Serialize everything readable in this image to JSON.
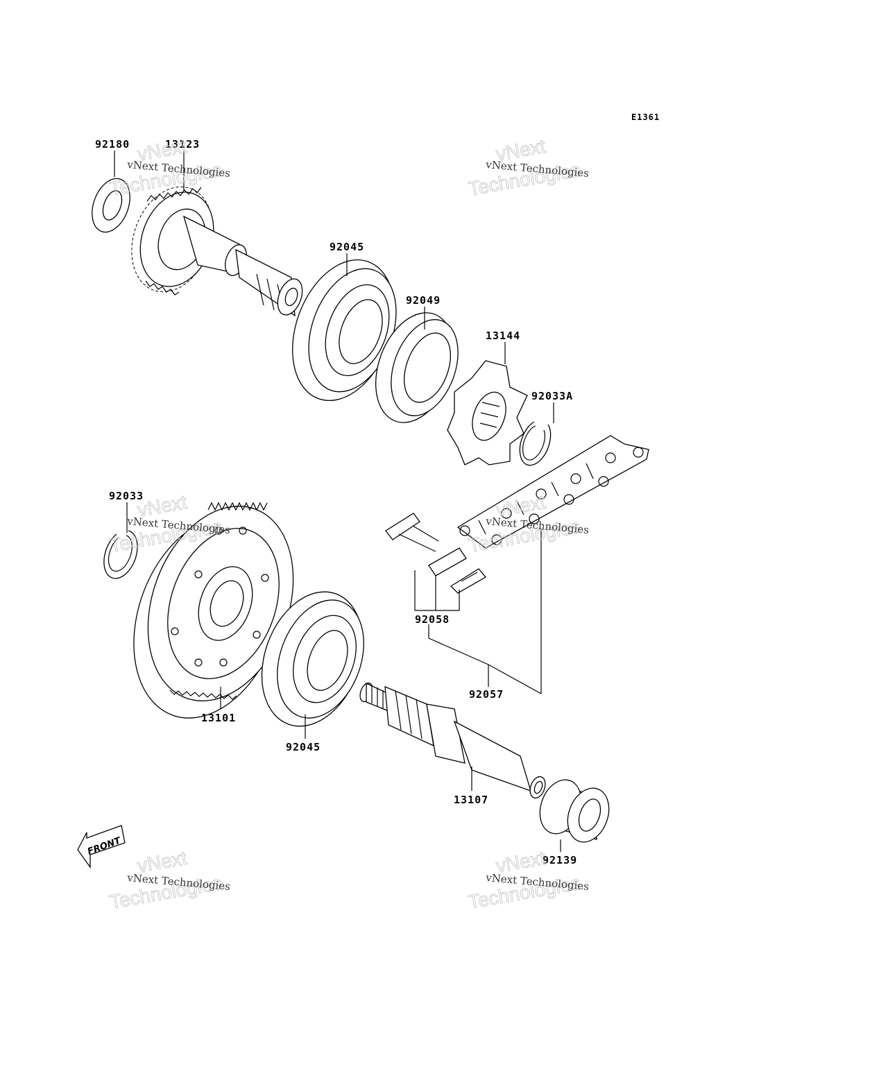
{
  "diagram": {
    "code": "E1361",
    "front_label": "FRONT",
    "parts": [
      {
        "key": "p92180",
        "number": "92180"
      },
      {
        "key": "p13123",
        "number": "13123"
      },
      {
        "key": "p92045a",
        "number": "92045"
      },
      {
        "key": "p92049",
        "number": "92049"
      },
      {
        "key": "p13144",
        "number": "13144"
      },
      {
        "key": "p92033A",
        "number": "92033A"
      },
      {
        "key": "p92033",
        "number": "92033"
      },
      {
        "key": "p92058",
        "number": "92058"
      },
      {
        "key": "p92057",
        "number": "92057"
      },
      {
        "key": "p13101",
        "number": "13101"
      },
      {
        "key": "p92045b",
        "number": "92045"
      },
      {
        "key": "p13107",
        "number": "13107"
      },
      {
        "key": "p92139",
        "number": "92139"
      }
    ]
  },
  "watermark": {
    "line1": "vNext Technologies",
    "line2a": "vNext",
    "line2b": "Technologies"
  }
}
